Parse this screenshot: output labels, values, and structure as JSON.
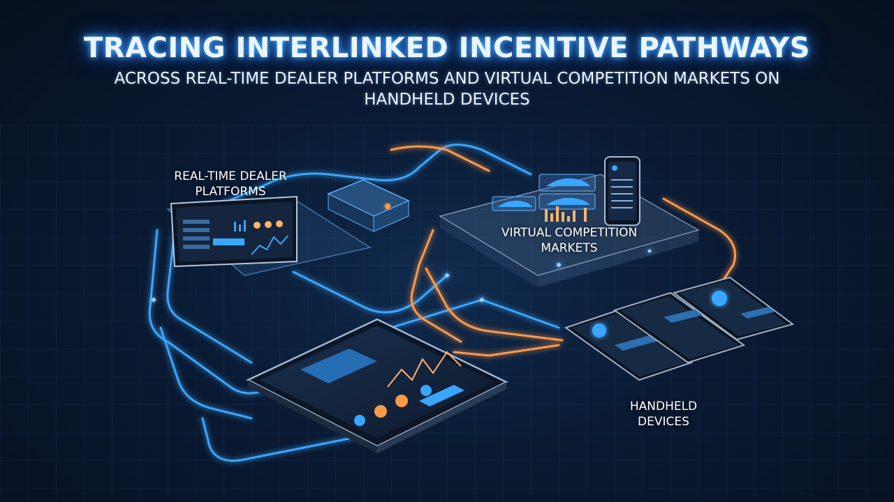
{
  "header": {
    "title": "TRACING INTERLINKED INCENTIVE PATHWAYS",
    "subtitle": "ACROSS REAL-TIME DEALER PLATFORMS AND VIRTUAL COMPETITION MARKETS ON HANDHELD DEVICES"
  },
  "nodes": {
    "dealer": {
      "label": "REAL-TIME DEALER PLATFORMS"
    },
    "virtual": {
      "label": "VIRTUAL COMPETITION MARKETS"
    },
    "handheld": {
      "label": "HANDHELD DEVICES"
    }
  },
  "colors": {
    "blue_path": "#3aa6ff",
    "orange_path": "#ff9a4a",
    "accent": "#4fb0ff",
    "screen": "#142238"
  }
}
